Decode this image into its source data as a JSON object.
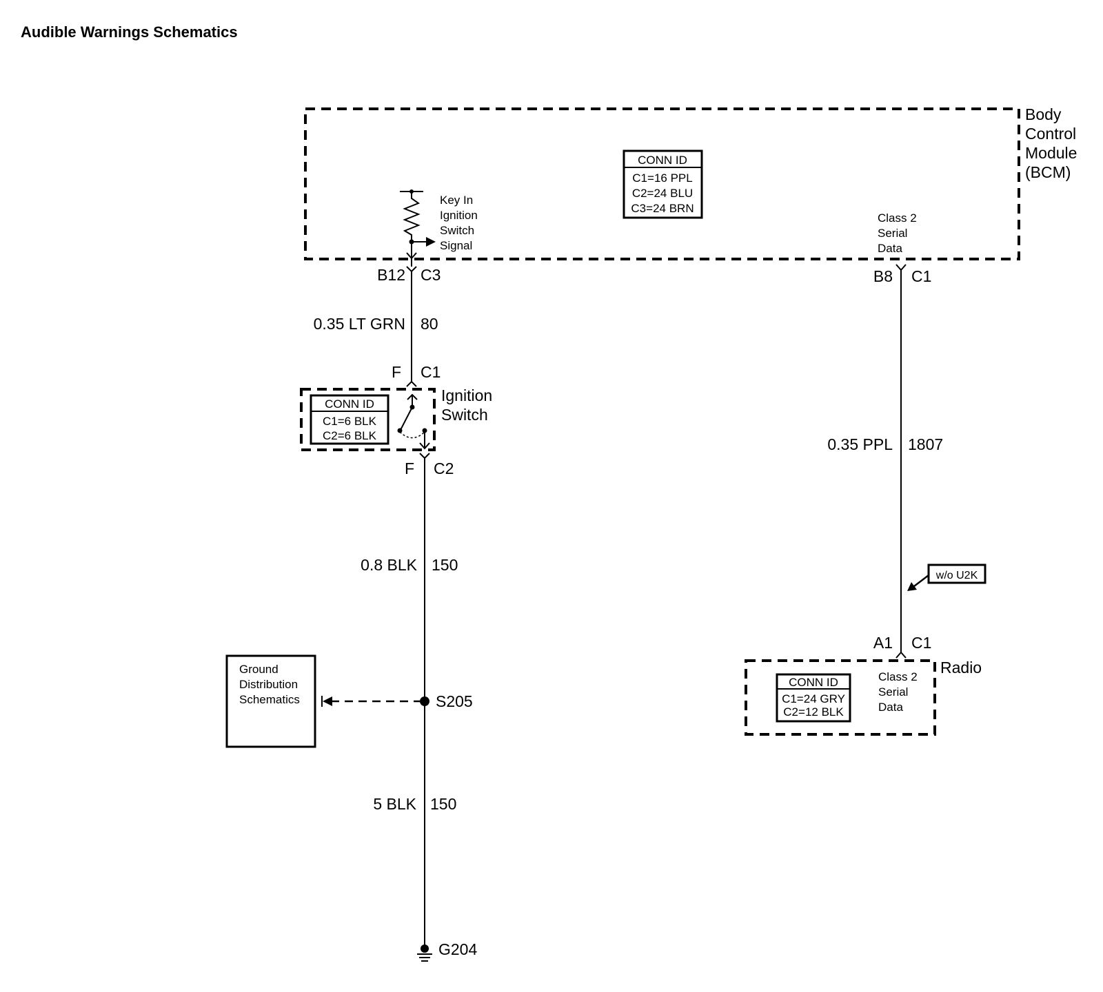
{
  "title": "Audible Warnings Schematics",
  "bcm": {
    "name_lines": [
      "Body",
      "Control",
      "Module",
      "(BCM)"
    ],
    "conn_id": {
      "header": "CONN ID",
      "rows": [
        "C1=16 PPL",
        "C2=24 BLU",
        "C3=24 BRN"
      ]
    },
    "key_in_lines": [
      "Key In",
      "Ignition",
      "Switch",
      "Signal"
    ],
    "serial_lines": [
      "Class 2",
      "Serial",
      "Data"
    ],
    "pin_left": "B12",
    "conn_left": "C3",
    "pin_right": "B8",
    "conn_right": "C1"
  },
  "wire_80": {
    "gauge_color": "0.35 LT GRN",
    "circuit": "80"
  },
  "ignition_switch": {
    "name_lines": [
      "Ignition",
      "Switch"
    ],
    "top_pin": "F",
    "top_conn": "C1",
    "bottom_pin": "F",
    "bottom_conn": "C2",
    "conn_id": {
      "header": "CONN ID",
      "rows": [
        "C1=6 BLK",
        "C2=6 BLK"
      ]
    }
  },
  "wire_150_a": {
    "gauge_color": "0.8 BLK",
    "circuit": "150"
  },
  "wire_150_b": {
    "gauge_color": "5 BLK",
    "circuit": "150"
  },
  "splice": "S205",
  "ground": "G204",
  "ground_distribution_lines": [
    "Ground",
    "Distribution",
    "Schematics"
  ],
  "wire_1807": {
    "gauge_color": "0.35 PPL",
    "circuit": "1807"
  },
  "option_tag": "w/o U2K",
  "radio": {
    "name": "Radio",
    "pin": "A1",
    "conn": "C1",
    "conn_id": {
      "header": "CONN ID",
      "rows": [
        "C1=24 GRY",
        "C2=12 BLK"
      ]
    },
    "serial_lines": [
      "Class 2",
      "Serial",
      "Data"
    ]
  }
}
